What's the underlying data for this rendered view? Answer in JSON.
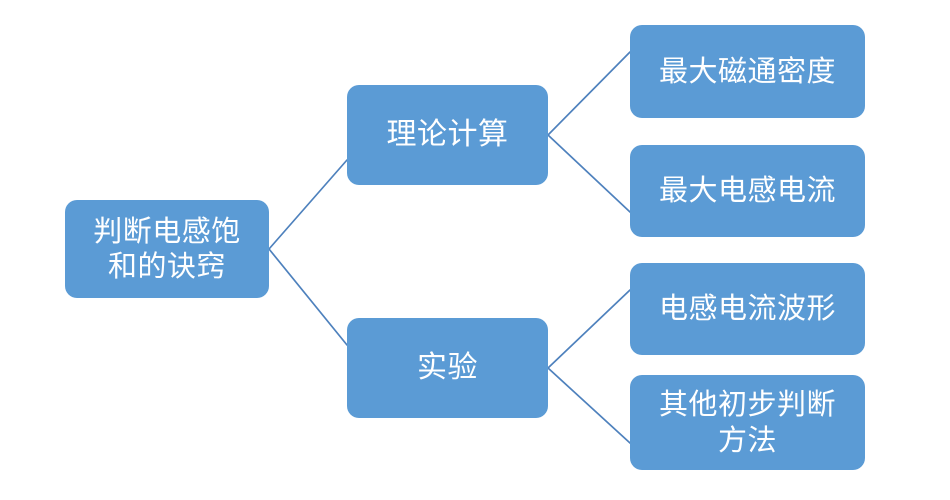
{
  "diagram": {
    "type": "tree-mindmap",
    "orientation": "left-to-right",
    "colors": {
      "node_fill": "#5B9BD5",
      "node_text": "#FFFFFF",
      "connector": "#4E81BD",
      "background": "#FFFFFF"
    },
    "root": {
      "label": "判断电感饱\n和的诀窍"
    },
    "branches": [
      {
        "label": "理论计算",
        "children": [
          {
            "label": "最大磁通密度"
          },
          {
            "label": "最大电感电流"
          }
        ]
      },
      {
        "label": "实验",
        "children": [
          {
            "label": "电感电流波形"
          },
          {
            "label": "其他初步判断\n方法"
          }
        ]
      }
    ]
  }
}
